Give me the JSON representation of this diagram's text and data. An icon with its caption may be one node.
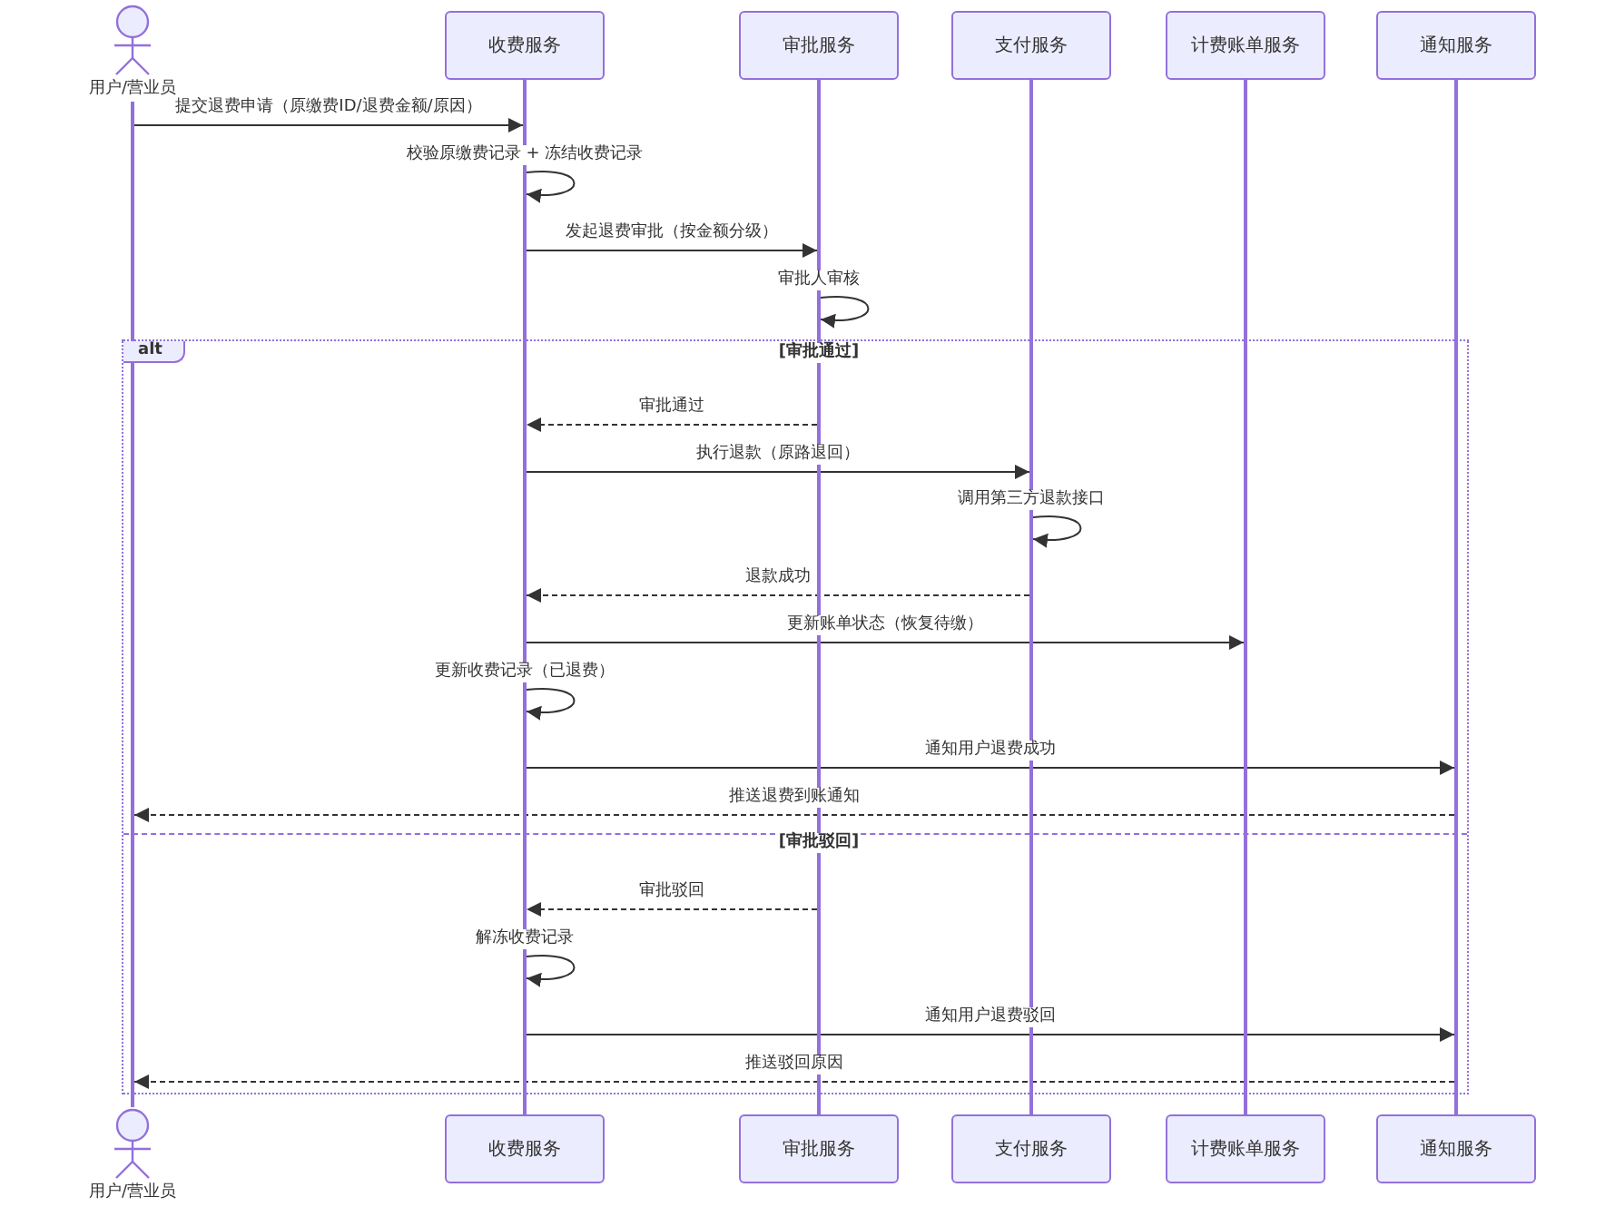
{
  "diagram": {
    "nodes": [
      {
        "text": [
          "用户/营业员"
        ]
      },
      {
        "text": [
          "收费服务"
        ]
      },
      {
        "text": [
          "审批服务"
        ]
      },
      {
        "text": [
          "支付服务"
        ]
      },
      {
        "text": [
          "计费账单服务"
        ]
      },
      {
        "text": [
          "通知服务"
        ]
      },
      {
        "text": [
          "用户/营业员"
        ]
      },
      {
        "text": [
          "收费服务"
        ]
      },
      {
        "text": [
          "审批服务"
        ]
      },
      {
        "text": [
          "支付服务"
        ]
      },
      {
        "text": [
          "计费账单服务"
        ]
      },
      {
        "text": [
          "通知服务"
        ]
      },
      {
        "text": [],
        "shape": "bar"
      },
      {
        "text": [],
        "shape": "bar"
      },
      {
        "text": [],
        "shape": "bar"
      },
      {
        "text": [],
        "shape": "bar"
      },
      {
        "text": [],
        "shape": "bar"
      },
      {
        "text": [],
        "shape": "bar"
      }
    ],
    "edges": [
      {
        "from": 12,
        "to": 13,
        "arrow": "to",
        "label": "提交退费申请（原缴费ID/退费金额/原因）"
      },
      {
        "from": 13,
        "to": 13,
        "arrow": "to",
        "label": "校验原缴费记录 + 冻结收费记录"
      },
      {
        "from": 13,
        "to": 14,
        "arrow": "to",
        "label": "发起退费审批（按金额分级）"
      },
      {
        "from": 14,
        "to": 14,
        "arrow": "to",
        "label": "审批人审核"
      },
      {
        "from": 14,
        "to": 13,
        "arrow": "to",
        "label": "审批通过",
        "style": "dashed"
      },
      {
        "from": 13,
        "to": 15,
        "arrow": "to",
        "label": "执行退款（原路退回）"
      },
      {
        "from": 15,
        "to": 15,
        "arrow": "to",
        "label": "调用第三方退款接口"
      },
      {
        "from": 15,
        "to": 13,
        "arrow": "to",
        "label": "退款成功",
        "style": "dashed"
      },
      {
        "from": 13,
        "to": 16,
        "arrow": "to",
        "label": "更新账单状态（恢复待缴）"
      },
      {
        "from": 13,
        "to": 13,
        "arrow": "to",
        "label": "更新收费记录（已退费）"
      },
      {
        "from": 13,
        "to": 17,
        "arrow": "to",
        "label": "通知用户退费成功"
      },
      {
        "from": 17,
        "to": 12,
        "arrow": "to",
        "label": "推送退费到账通知",
        "style": "dashed"
      },
      {
        "from": 14,
        "to": 13,
        "arrow": "to",
        "label": "审批驳回",
        "style": "dashed"
      },
      {
        "from": 13,
        "to": 13,
        "arrow": "to",
        "label": "解冻收费记录"
      },
      {
        "from": 13,
        "to": 17,
        "arrow": "to",
        "label": "通知用户退费驳回"
      },
      {
        "from": 17,
        "to": 12,
        "arrow": "to",
        "label": "推送驳回原因",
        "style": "dashed"
      }
    ],
    "labels": [
      "alt",
      "[审批通过]",
      "[审批驳回]"
    ]
  }
}
